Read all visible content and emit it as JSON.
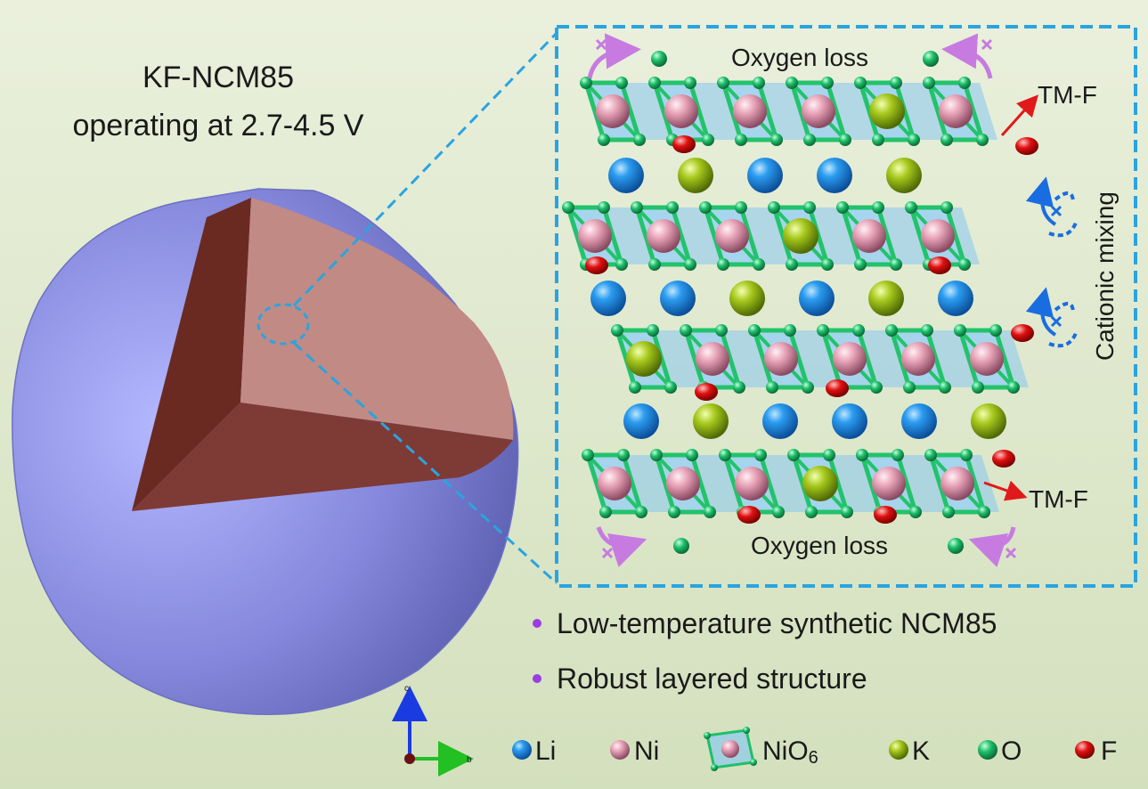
{
  "title": {
    "line1": "KF-NCM85",
    "line2": "operating at 2.7-4.5 V"
  },
  "labels": {
    "oxygen_loss_top": "Oxygen loss",
    "oxygen_loss_bottom": "Oxygen loss",
    "tmf_top": "TM-F",
    "tmf_bottom": "TM-F",
    "cationic_mixing": "Cationic mixing"
  },
  "bullets": [
    "Low-temperature synthetic NCM85",
    "Robust layered structure"
  ],
  "axes": {
    "c": "c",
    "b": "b"
  },
  "legend": [
    {
      "key": "li",
      "label": "Li"
    },
    {
      "key": "ni",
      "label": "Ni"
    },
    {
      "key": "nio6",
      "label": "NiO",
      "sub": "6"
    },
    {
      "key": "k",
      "label": "K"
    },
    {
      "key": "o",
      "label": "O"
    },
    {
      "key": "f",
      "label": "F"
    }
  ],
  "layers": [
    {
      "atoms": [
        "ni",
        "ni",
        "ni",
        "ni",
        "k",
        "ni"
      ]
    },
    {
      "atoms": [
        "ni",
        "ni",
        "ni",
        "k",
        "ni",
        "ni"
      ]
    },
    {
      "atoms": [
        "k",
        "ni",
        "ni",
        "ni",
        "ni",
        "ni"
      ]
    },
    {
      "atoms": [
        "ni",
        "ni",
        "ni",
        "k",
        "ni",
        "ni"
      ]
    }
  ],
  "interlayers": [
    {
      "atoms": [
        "li",
        "k",
        "li",
        "li",
        "k"
      ]
    },
    {
      "atoms": [
        "li",
        "li",
        "k",
        "li",
        "k",
        "li"
      ]
    },
    {
      "atoms": [
        "li",
        "k",
        "li",
        "li",
        "li",
        "k"
      ]
    }
  ],
  "colors": {
    "background": "#dfe8cf",
    "particle_shell": "#8b8fe0",
    "particle_core": "#b97c78",
    "dash_frame": "#2aa4e0",
    "li": "#1f8fe0",
    "ni": "#e8a3b8",
    "k": "#9fc21a",
    "o": "#1fbf6a",
    "f": "#e01010",
    "octahedron": "#86c7f0",
    "arrow_purple": "#c77be0",
    "arrow_blue": "#1a6de0",
    "arrow_red": "#e01a1a",
    "bullet": "#9b3de0"
  }
}
